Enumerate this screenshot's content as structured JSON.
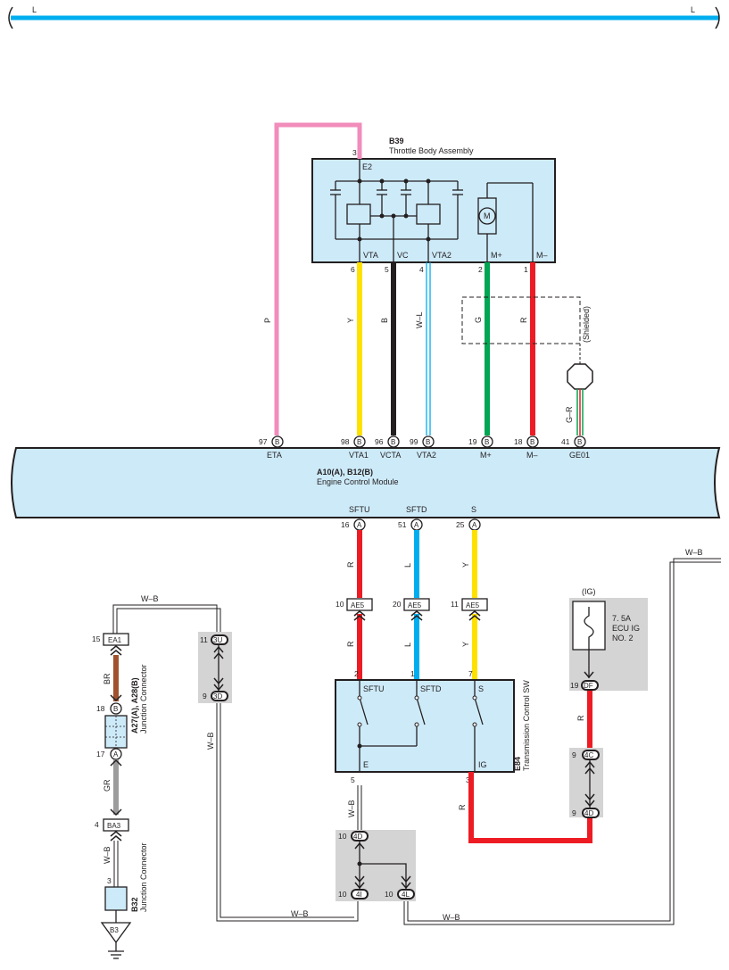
{
  "header": {
    "left_label": "L",
    "right_label": "L"
  },
  "colors": {
    "pink": "#f28cbb",
    "yellow": "#ffe100",
    "black": "#231f20",
    "green": "#00a651",
    "red": "#ed1c24",
    "blue": "#00aeef",
    "brown": "#a0522d",
    "gray": "#9c9c9c",
    "component_fill": "#cdeaf8",
    "shade": "#d4d4d4"
  },
  "throttle_body": {
    "code": "B39",
    "name": "Throttle Body Assembly",
    "e2_label": "E2",
    "e2_pin": "3",
    "pins": [
      {
        "label": "VTA",
        "num": "6",
        "wire": "Y"
      },
      {
        "label": "VC",
        "num": "5",
        "wire": "B"
      },
      {
        "label": "VTA2",
        "num": "4",
        "wire": "W–L"
      },
      {
        "label": "M+",
        "num": "2",
        "wire": "G"
      },
      {
        "label": "M–",
        "num": "1",
        "wire": "R"
      }
    ],
    "motor_label": "M"
  },
  "pink_wire_code": "P",
  "shielded_label": "(Shielded)",
  "shield_wire_code": "G–R",
  "ecm": {
    "code": "A10(A), B12(B)",
    "name": "Engine Control Module",
    "top_pins": [
      {
        "num": "97",
        "conn": "B",
        "label": "ETA"
      },
      {
        "num": "98",
        "conn": "B",
        "label": "VTA1"
      },
      {
        "num": "96",
        "conn": "B",
        "label": "VCTA"
      },
      {
        "num": "99",
        "conn": "B",
        "label": "VTA2"
      },
      {
        "num": "19",
        "conn": "B",
        "label": "M+"
      },
      {
        "num": "18",
        "conn": "B",
        "label": "M–"
      },
      {
        "num": "41",
        "conn": "B",
        "label": "GE01"
      }
    ],
    "bottom_pins": [
      {
        "num": "16",
        "conn": "A",
        "label": "SFTU"
      },
      {
        "num": "51",
        "conn": "A",
        "label": "SFTD"
      },
      {
        "num": "25",
        "conn": "A",
        "label": "S"
      }
    ]
  },
  "ae5_connectors": [
    {
      "num": "10",
      "label": "AE5",
      "wire_upper": "R",
      "wire_lower": "R"
    },
    {
      "num": "20",
      "label": "AE5",
      "wire_upper": "L",
      "wire_lower": "L"
    },
    {
      "num": "11",
      "label": "AE5",
      "wire_upper": "Y",
      "wire_lower": "Y"
    }
  ],
  "trans_sw": {
    "code": "E84",
    "name": "Transmission Control SW",
    "top_pins": [
      {
        "num": "2",
        "label": "SFTU"
      },
      {
        "num": "1",
        "label": "SFTD"
      },
      {
        "num": "7",
        "label": "S"
      }
    ],
    "bottom_pins": [
      {
        "num": "5",
        "label": "E"
      },
      {
        "num": "3",
        "label": "IG"
      }
    ]
  },
  "fuse": {
    "header": "(IG)",
    "line1": "7. 5A",
    "line2": "ECU IG",
    "line3": "NO. 2",
    "pin_num": "19",
    "pin_label": "DF"
  },
  "junction_4c4d": {
    "top_num": "9",
    "top_label": "4C",
    "bottom_num": "9",
    "bottom_label": "4D",
    "wire": "R"
  },
  "trans_ig_wire": "R",
  "left_junction": {
    "ea1_num": "15",
    "ea1_label": "EA1",
    "wire_br": "BR",
    "b_num": "18",
    "b_conn": "B",
    "a_num": "17",
    "a_conn": "A",
    "code": "A27(A), A28(B)",
    "name": "Junction Connector",
    "wire_gr": "GR",
    "ba3_num": "4",
    "ba3_label": "BA3",
    "wire_wb": "W–B",
    "b32_pin": "3",
    "b32_code": "B32",
    "b32_name": "Junction Connector",
    "ground_label": "B3"
  },
  "junction_3u3d": {
    "top_num": "11",
    "top_label": "3U",
    "bottom_num": "9",
    "bottom_label": "3D"
  },
  "junction_4d4i4l": {
    "top_num": "10",
    "top_label": "4D",
    "left_num": "10",
    "left_label": "4I",
    "right_num": "10",
    "right_label": "4L"
  },
  "wb_labels": {
    "top_left": "W–B",
    "left_vertical": "W–B",
    "bottom_left": "W–B",
    "bottom_right": "W–B",
    "top_right": "W–B",
    "trans_e": "W–B"
  }
}
